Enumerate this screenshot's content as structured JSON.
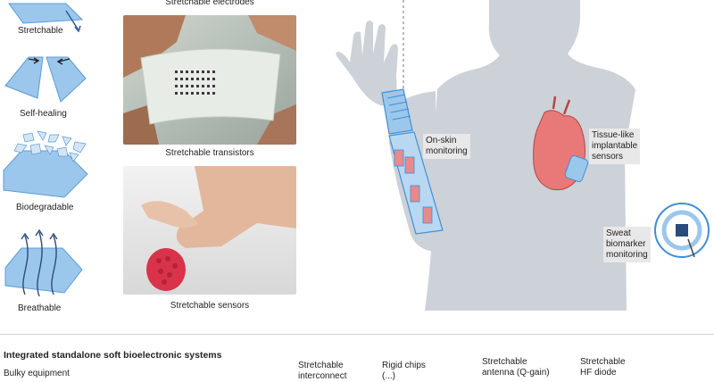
{
  "properties": [
    {
      "label": "Stretchable",
      "icon": "stretchable-film-icon"
    },
    {
      "label": "Self-healing",
      "icon": "self-healing-film-icon"
    },
    {
      "label": "Biodegradable",
      "icon": "biodegradable-fragments-icon"
    },
    {
      "label": "Breathable",
      "icon": "breathable-airflow-icon"
    }
  ],
  "photos": {
    "electrodes_caption": "Stretchable electrodes",
    "transistors_caption": "Stretchable transistors",
    "sensors_caption": "Stretchable sensors"
  },
  "body_labels": {
    "on_skin": "On-skin\nmonitoring",
    "implant": "Tissue-like\nimplantable\nsensors",
    "sweat": "Sweat\nbiomarker\nmonitoring"
  },
  "bottom": {
    "title": "Integrated standalone soft bioelectronic systems",
    "bulky": "Bulky equipment",
    "stretchable_interconnect": "Stretchable\ninterconnect",
    "rigid_chips": "Rigid chips\n(...)",
    "antenna": "Stretchable\nantenna (Q-gain)",
    "hf_diode": "Stretchable\nHF diode"
  },
  "colors": {
    "accent_blue": "#3f8fd6",
    "light_blue": "#9cc7ec",
    "body_gray": "#cdd1d8",
    "heart_red": "#e55a5a"
  }
}
